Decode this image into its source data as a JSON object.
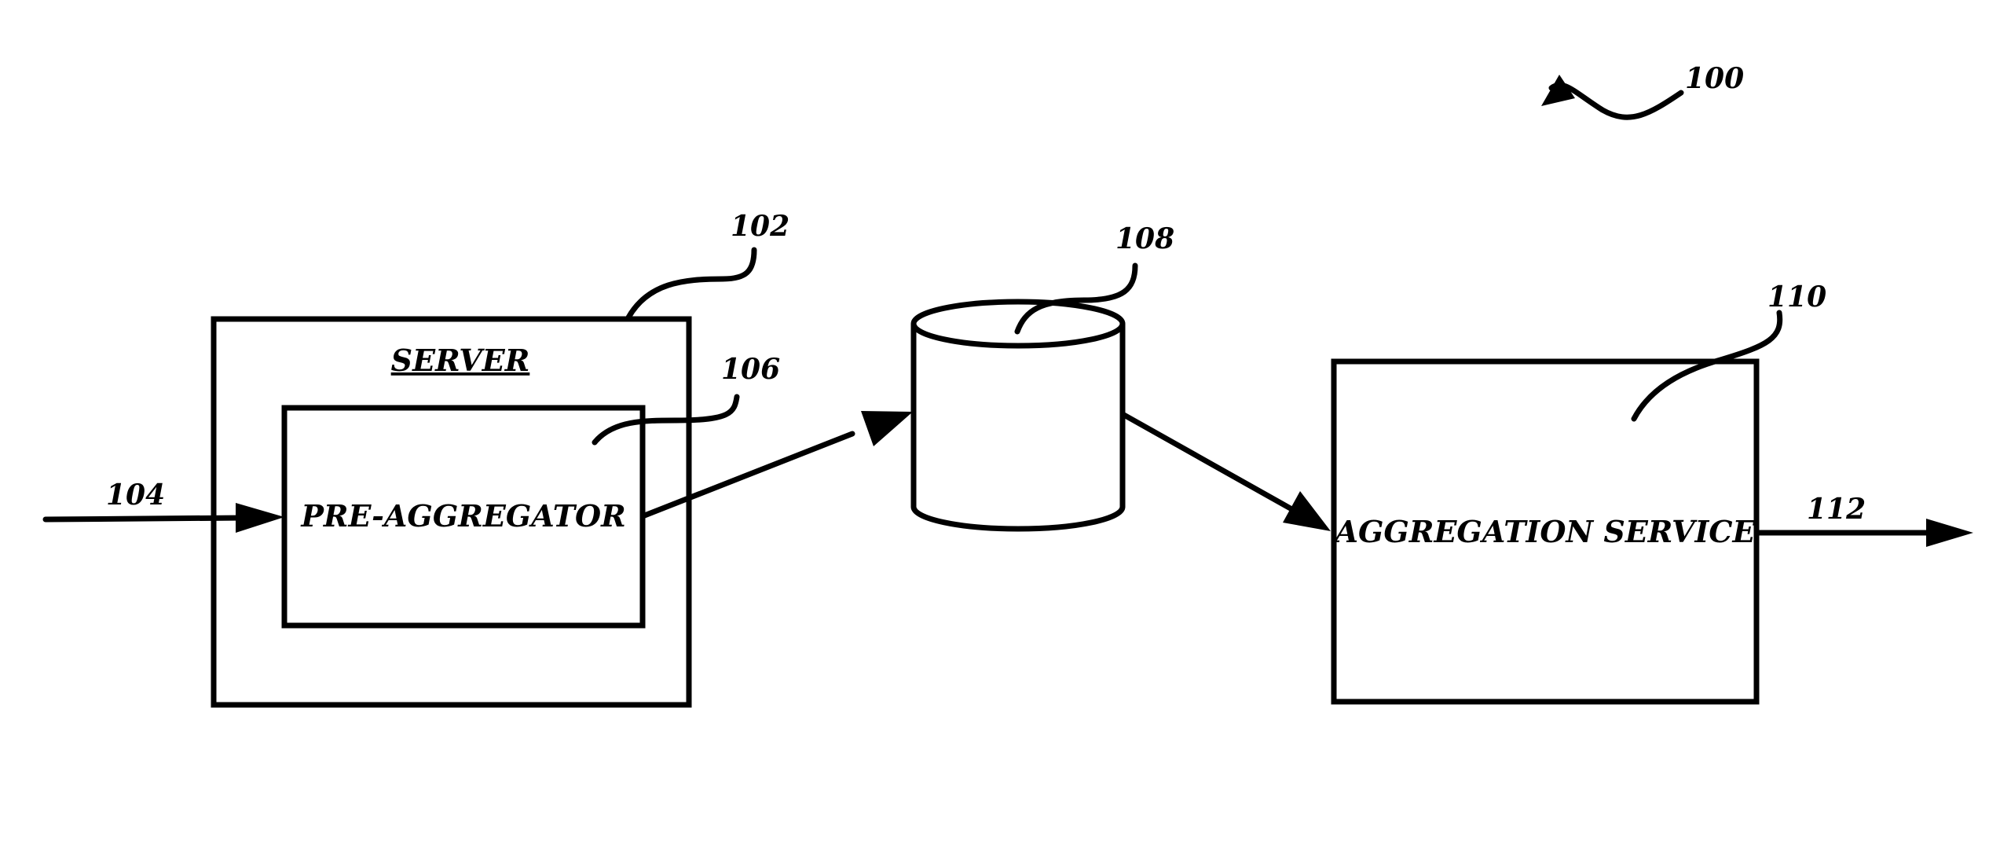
{
  "figure": {
    "ref_label": "100"
  },
  "server": {
    "title": "SERVER",
    "ref_label": "102"
  },
  "pre_aggregator": {
    "label": "PRE-AGGREGATOR",
    "ref_label": "106"
  },
  "input_flow": {
    "ref_label": "104"
  },
  "datastore": {
    "ref_label": "108"
  },
  "aggregation_service": {
    "label": "AGGREGATION SERVICE",
    "ref_label": "110"
  },
  "output_flow": {
    "ref_label": "112"
  }
}
